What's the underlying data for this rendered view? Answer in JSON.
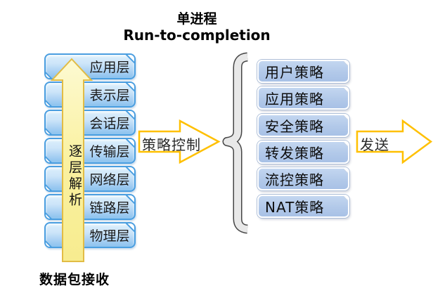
{
  "title": {
    "line1": "单进程",
    "line2": "Run-to-completion"
  },
  "left_stack": {
    "layers": [
      "应用层",
      "表示层",
      "会话层",
      "传输层",
      "网络层",
      "链路层",
      "物理层"
    ],
    "up_arrow_label": "逐层解析",
    "bottom_label": "数据包接收"
  },
  "flow": {
    "policy_control_label": "策略控制",
    "send_label": "发送"
  },
  "right_stack": {
    "policies": [
      "用户策略",
      "应用策略",
      "安全策略",
      "转发策略",
      "流控策略",
      "NAT策略"
    ]
  },
  "colors": {
    "blue-border": "#4a9ee0",
    "layer-fill-light": "#dceffc",
    "layer-fill-dark": "#8ac2ee",
    "policy-fill": "#afc7e8",
    "yellow-arrow-fill": "#faf1a0",
    "yellow-arrow-border": "#e2bc45",
    "outline-arrow-border": "#ffc000",
    "brace-fill": "#e8e8e8",
    "brace-outline": "#454545"
  }
}
